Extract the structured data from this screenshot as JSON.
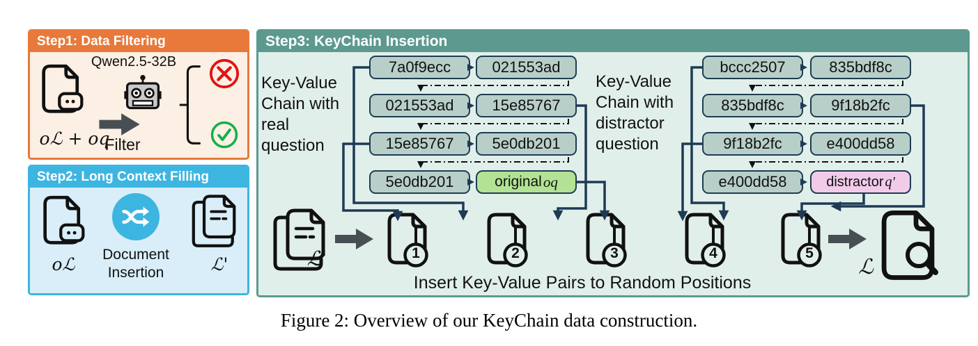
{
  "figure_caption": "Figure 2: Overview of our KeyChain data construction.",
  "colors": {
    "step1_accent": "#E8793B",
    "step2_accent": "#3DB5E1",
    "step3_accent": "#5D998F",
    "kv_box_fill": "#B8CFC9",
    "question_box_fill": "#B2E394",
    "distractor_box_fill": "#F2CBE9",
    "connector_navy": "#1E3A55",
    "reject_red": "#E01414",
    "accept_green": "#12B04A"
  },
  "step1": {
    "title": "Step1: Data Filtering",
    "model_label": "Qwen2.5-32B",
    "input_label": "oℒ + oq",
    "action_label": "Filter"
  },
  "step2": {
    "title": "Step2: Long Context Filling",
    "input_label": "oℒ",
    "process_line1": "Document",
    "process_line2": "Insertion",
    "output_label": "ℒ'"
  },
  "step3": {
    "title": "Step3: KeyChain Insertion",
    "real_chain": {
      "label_lines": [
        "Key-Value",
        "Chain with",
        "real",
        "question"
      ],
      "rows": [
        {
          "key": "7a0f9ecc",
          "value": "021553ad"
        },
        {
          "key": "021553ad",
          "value": "15e85767"
        },
        {
          "key": "15e85767",
          "value": "5e0db201"
        },
        {
          "key": "5e0db201",
          "value_prefix": "original ",
          "value_var": "oq"
        }
      ]
    },
    "distractor_chain": {
      "label_lines": [
        "Key-Value",
        "Chain with",
        "distractor",
        "question"
      ],
      "rows": [
        {
          "key": "bccc2507",
          "value": "835bdf8c"
        },
        {
          "key": "835bdf8c",
          "value": "9f18b2fc"
        },
        {
          "key": "9f18b2fc",
          "value": "e400dd58"
        },
        {
          "key": "e400dd58",
          "value_prefix": "distractor ",
          "value_var": "q'"
        }
      ]
    },
    "source_doc_label": "ℒ'",
    "result_doc_label": "ℒ",
    "doc_numbers": [
      "1",
      "2",
      "3",
      "4",
      "5"
    ],
    "insertion_caption": "Insert Key-Value Pairs to Random Positions"
  }
}
